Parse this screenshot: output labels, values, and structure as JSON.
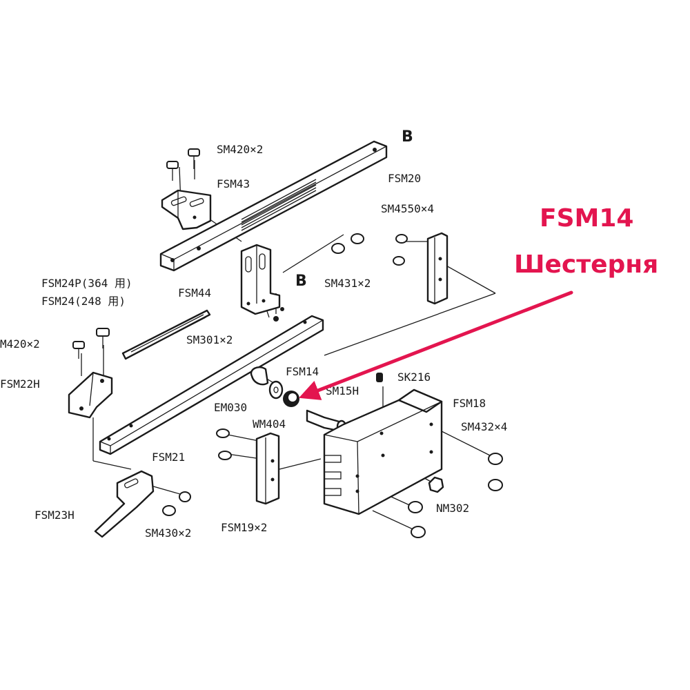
{
  "callout": {
    "part_code": "FSM14",
    "part_name": "Шестерня",
    "color": "#e3154f"
  },
  "labels": {
    "sm420_top": "SM420×2",
    "fsm43": "FSM43",
    "fsm20": "FSM20",
    "sm4550": "SM4550×4",
    "fsm24p": "FSM24P(364 用)",
    "fsm24": "FSM24(248 用)",
    "fsm44": "FSM44",
    "sm431": "SM431×2",
    "b_top": "B",
    "b_mid": "B",
    "sm420_left": "M420×2",
    "sm301": "SM301×2",
    "fsm22h": "FSM22H",
    "fsm14": "FSM14",
    "sk216": "SK216",
    "em030": "EM030",
    "sm15h": "SM15H",
    "fsm18": "FSM18",
    "wm404": "WM404",
    "sm432": "SM432×4",
    "fsm21": "FSM21",
    "nm302": "NM302",
    "fsm23h": "FSM23H",
    "sm430": "SM430×2",
    "fsm19": "FSM19×2"
  }
}
